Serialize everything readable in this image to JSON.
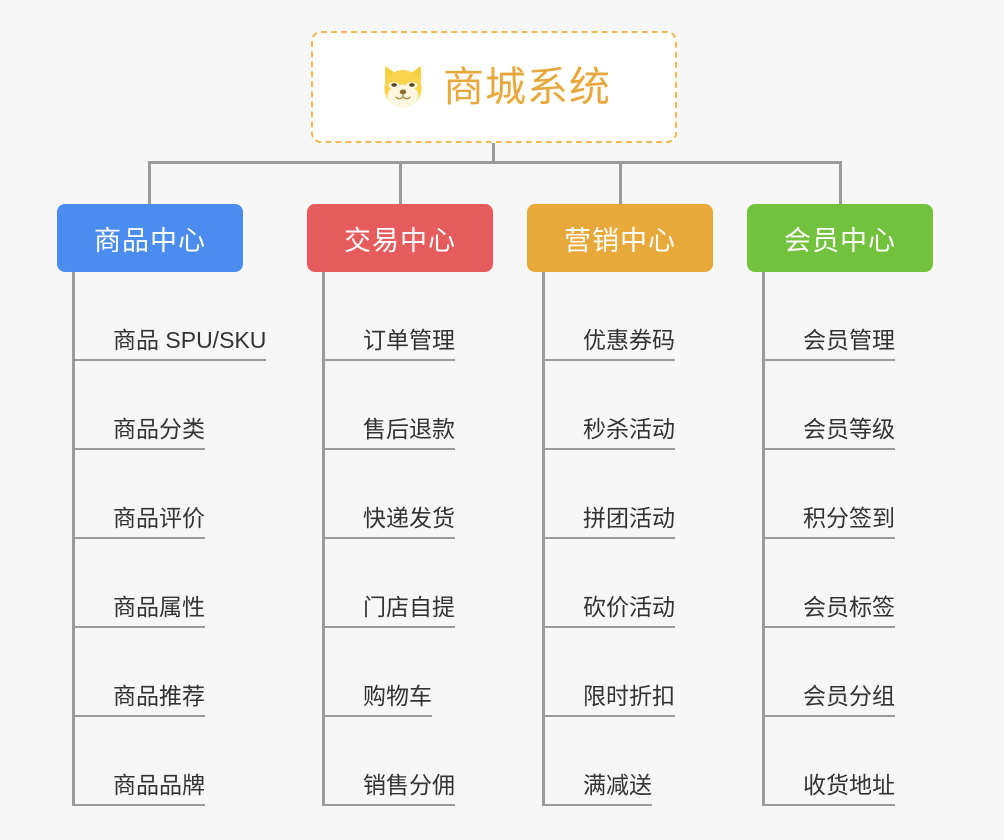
{
  "diagram": {
    "type": "mindmap",
    "background_color": "#f7f7f7",
    "connector_color": "#9b9b9b",
    "root": {
      "title": "商城系统",
      "icon": "shiba-inu-dog-face-icon",
      "text_color": "#e8a83c",
      "border_color": "#f0b952",
      "border_style": "dashed",
      "background_color": "#ffffff"
    },
    "branches": [
      {
        "label": "商品中心",
        "color": "#4a8cf0",
        "leaves": [
          "商品 SPU/SKU",
          "商品分类",
          "商品评价",
          "商品属性",
          "商品推荐",
          "商品品牌"
        ]
      },
      {
        "label": "交易中心",
        "color": "#e65c5c",
        "leaves": [
          "订单管理",
          "售后退款",
          "快递发货",
          "门店自提",
          "购物车",
          "销售分佣"
        ]
      },
      {
        "label": "营销中心",
        "color": "#e8a93a",
        "leaves": [
          "优惠券码",
          "秒杀活动",
          "拼团活动",
          "砍价活动",
          "限时折扣",
          "满减送"
        ]
      },
      {
        "label": "会员中心",
        "color": "#73c23d",
        "leaves": [
          "会员管理",
          "会员等级",
          "积分签到",
          "会员标签",
          "会员分组",
          "收货地址"
        ]
      }
    ]
  }
}
